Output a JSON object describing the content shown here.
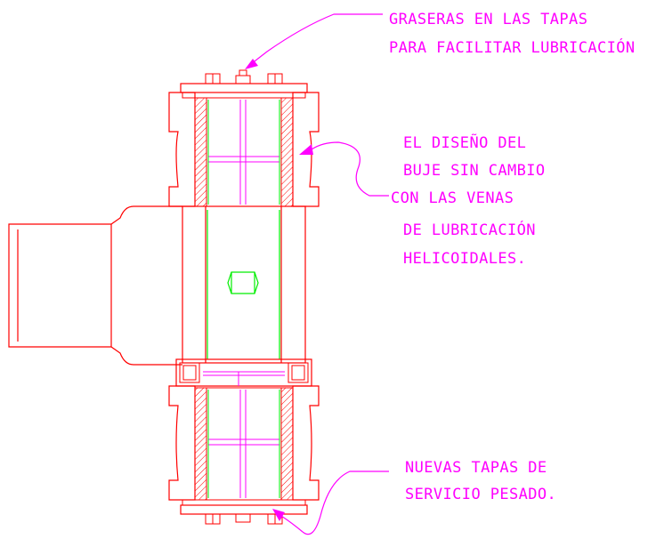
{
  "colors": {
    "outline": "#ff0000",
    "green": "#00ee00",
    "leader": "#ff00ff",
    "hatch": "#ff0000"
  },
  "annotations": {
    "grease_fittings": {
      "line1": "GRASERAS EN LAS TAPAS",
      "line2": "PARA FACILITAR LUBRICACIÓN"
    },
    "bushing_design": {
      "line1": "EL DISEÑO DEL",
      "line2": "BUJE SIN CAMBIO",
      "line3": "CON LAS VENAS",
      "line4": "DE LUBRICACIÓN",
      "line5": "HELICOIDALES."
    },
    "heavy_caps": {
      "line1": "NUEVAS TAPAS DE",
      "line2": "SERVICIO PESADO."
    }
  }
}
